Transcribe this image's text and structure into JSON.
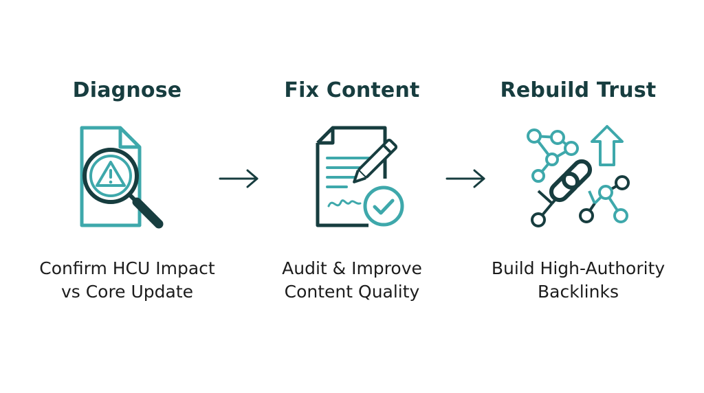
{
  "colors": {
    "dark": "#173d3f",
    "teal": "#3ea8ab",
    "text": "#1c1c1c"
  },
  "steps": [
    {
      "title": "Diagnose",
      "icon": "magnifier-warning-document-icon",
      "description": [
        "Confirm HCU Impact",
        "vs Core Update"
      ]
    },
    {
      "title": "Fix Content",
      "icon": "document-pen-check-icon",
      "description": [
        "Audit & Improve",
        "Content Quality"
      ]
    },
    {
      "title": "Rebuild Trust",
      "icon": "backlink-network-icon",
      "description": [
        "Build High-Authority",
        "Backlinks"
      ]
    }
  ],
  "arrows": [
    "right-arrow-icon",
    "right-arrow-icon"
  ]
}
